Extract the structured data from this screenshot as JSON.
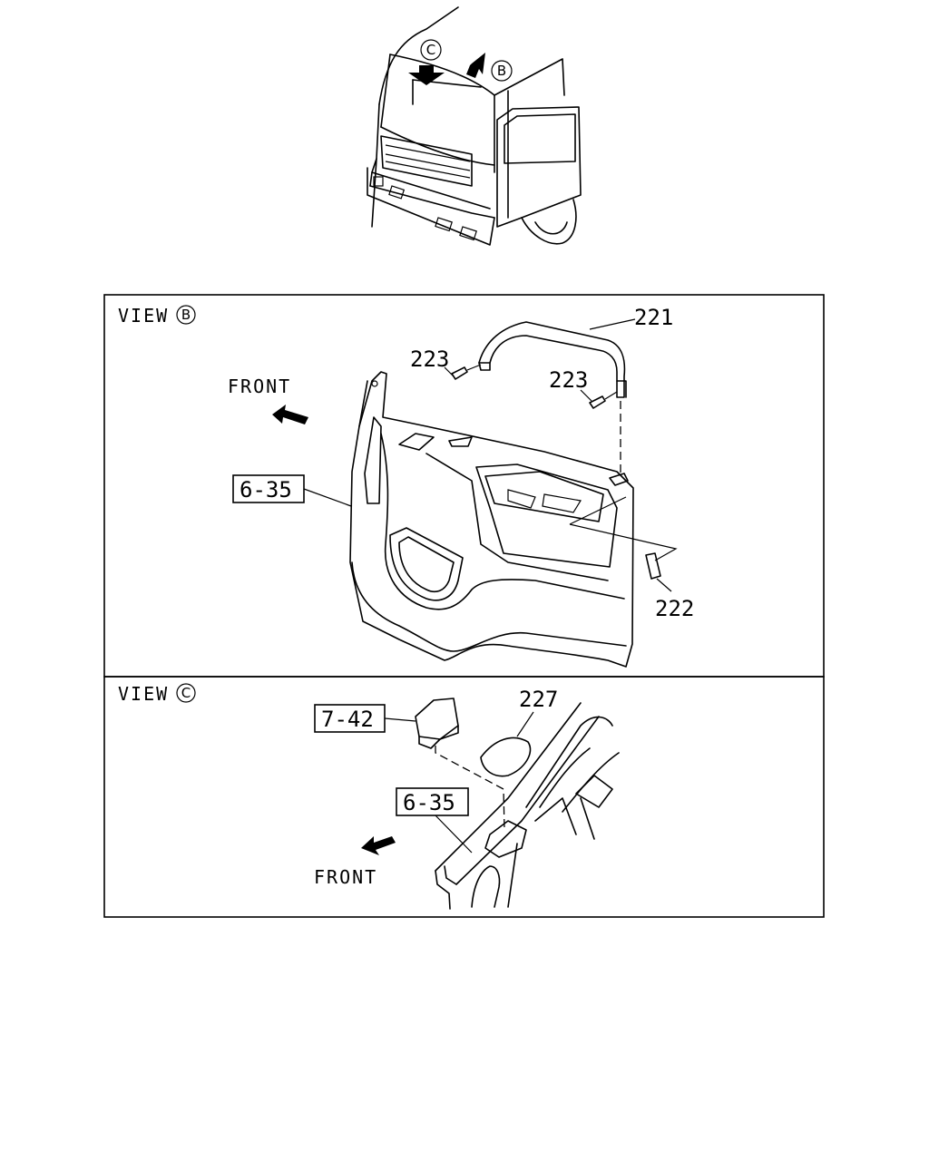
{
  "overview": {
    "callout_c": "C",
    "callout_b": "B"
  },
  "view_b": {
    "title": "VIEW",
    "badge": "B",
    "front_label": "FRONT",
    "ref_box": "6-35",
    "parts": {
      "p221": "221",
      "p223a": "223",
      "p223b": "223",
      "p222": "222"
    }
  },
  "view_c": {
    "title": "VIEW",
    "badge": "C",
    "front_label": "FRONT",
    "ref_box_a": "7-42",
    "ref_box_b": "6-35",
    "parts": {
      "p227": "227"
    }
  }
}
